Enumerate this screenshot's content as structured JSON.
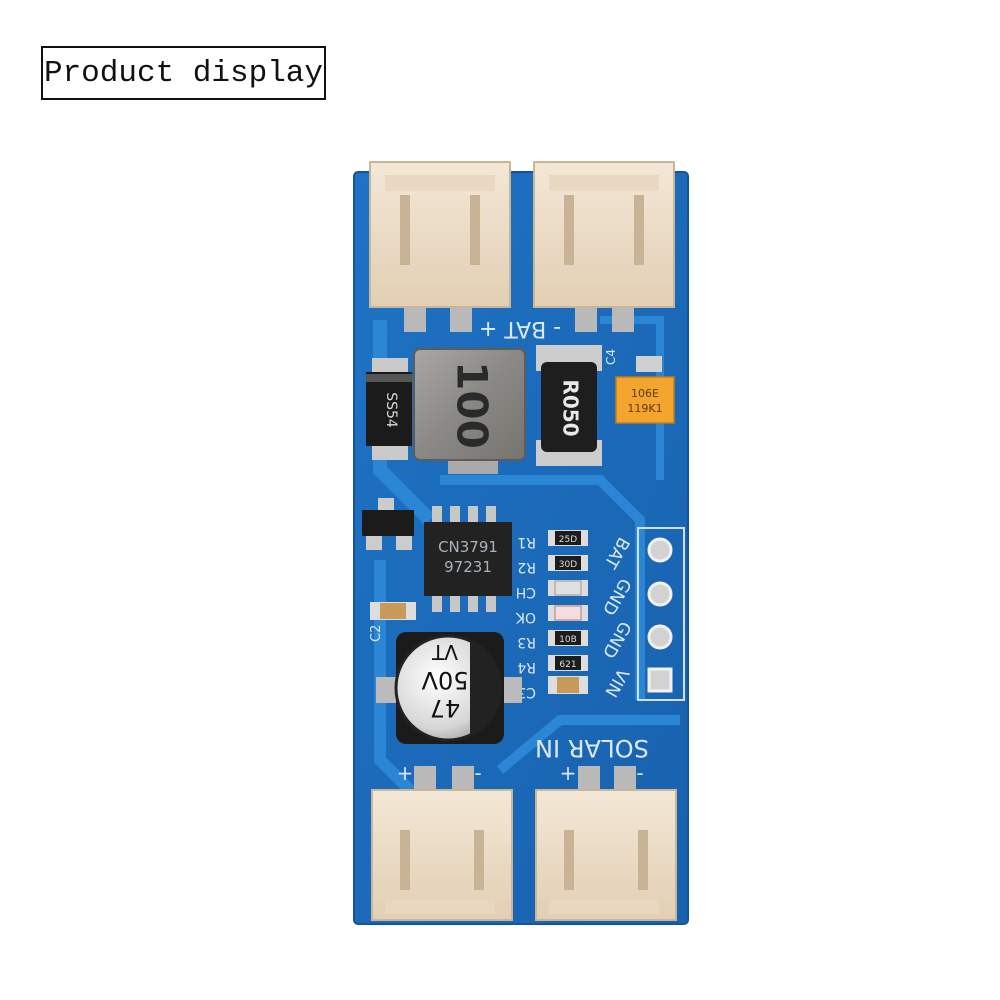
{
  "heading": {
    "label": "Product display"
  },
  "board": {
    "chip_line1": "CN3791",
    "chip_line2": "97231",
    "inductor": "100",
    "resistor": "R050",
    "diode": "SS54",
    "tantalum_line1": "106E",
    "tantalum_line2": "119K1",
    "cap_line1": "47",
    "cap_line2": "50V",
    "cap_line3": "VT",
    "label_bat_top": "- BAT +",
    "label_solar": "SOLAR IN",
    "pin_bat": "BAT",
    "pin_gnd1": "GND",
    "pin_gnd2": "GND",
    "pin_vin": "VIN",
    "label_r1": "R1",
    "label_r2": "R2",
    "label_ch": "CH",
    "label_ok": "OK",
    "label_r3": "R3",
    "label_r4": "R4",
    "label_c3": "C3",
    "label_c2": "C2",
    "label_c4": "C4",
    "smd_r1": "25D",
    "smd_r2": "30D",
    "smd_r3": "10B",
    "smd_r4": "621"
  },
  "colors": {
    "pcb": "#1d6fc0",
    "pcb_trace": "#2b86d6",
    "connector": "#ecdcc6"
  }
}
